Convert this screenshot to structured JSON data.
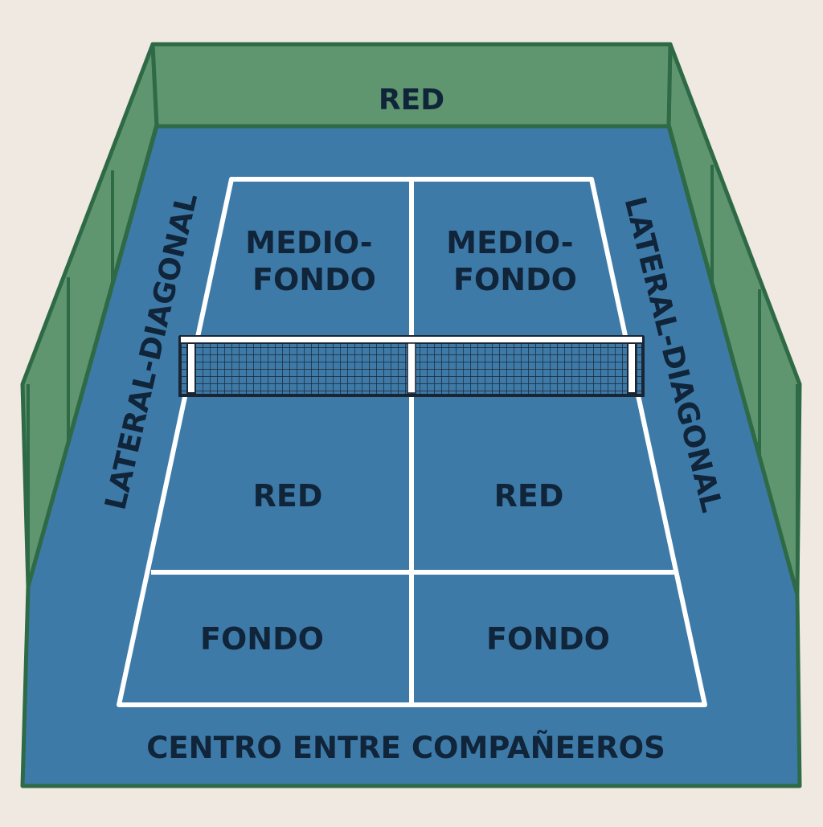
{
  "labels": {
    "back_wall": "RED",
    "left_side": "LATERAL-DIAGONAL",
    "right_side": "LATERAL-DIAGONAL",
    "midcourt_left": "MEDIO-\nFONDO",
    "midcourt_right": "MEDIO-\nFONDO",
    "net_left": "RED",
    "net_right": "RED",
    "back_left": "FONDO",
    "back_right": "FONDO",
    "bottom_center": "CENTRO ENTRE COMPAÑEEROS"
  },
  "colors": {
    "background": "#efe9e1",
    "wall_green": "#5f956f",
    "wall_outline": "#2d6a45",
    "court_blue": "#3e7aa7",
    "court_lines": "#ffffff",
    "text": "#10243a",
    "net_dark": "#1a2533"
  }
}
